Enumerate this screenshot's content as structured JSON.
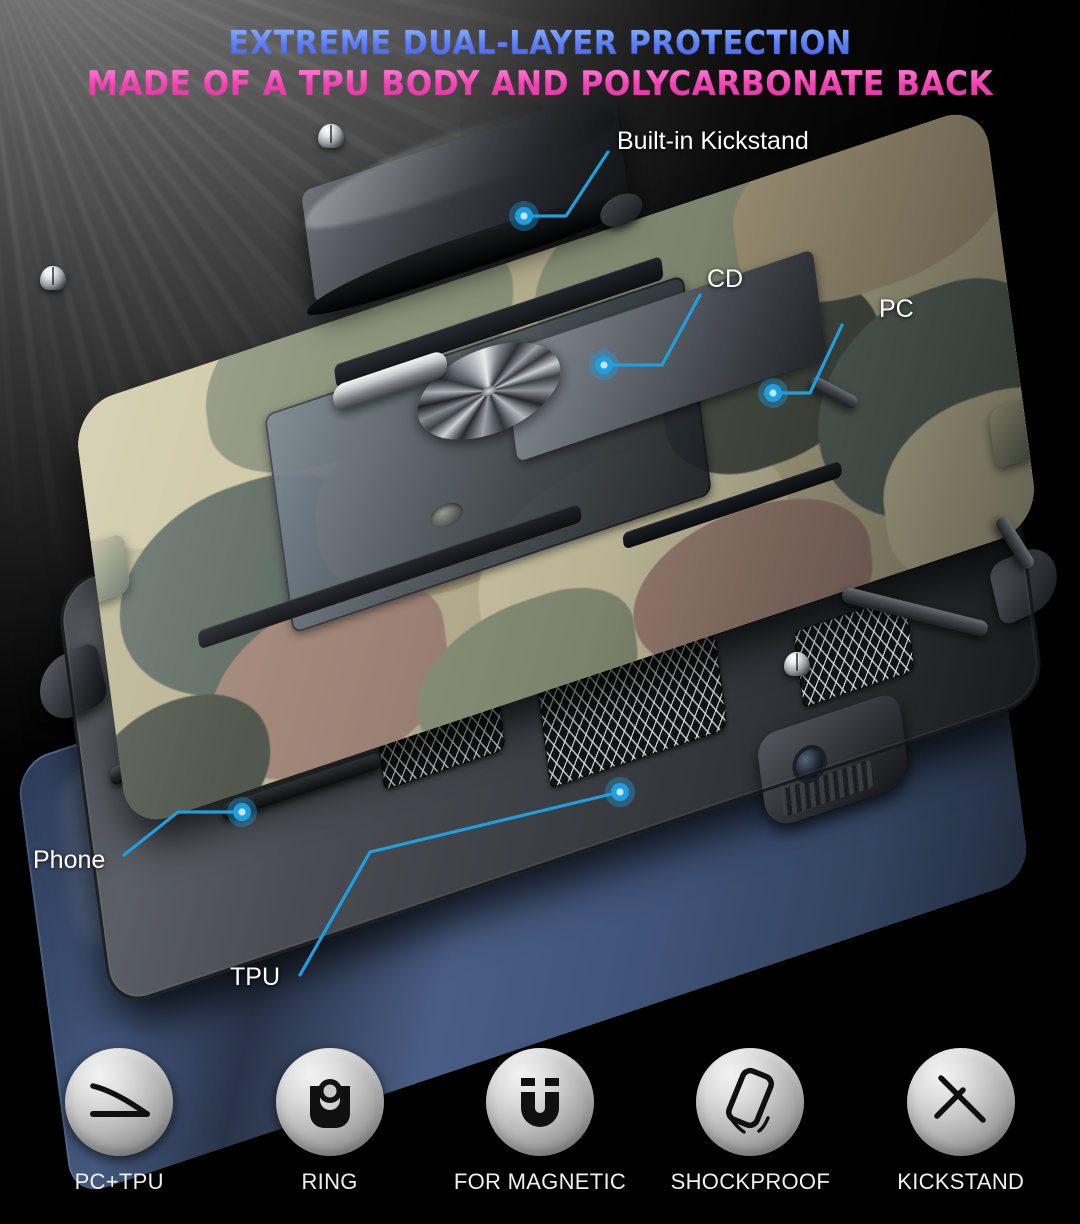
{
  "headline": {
    "line1": "EXTREME DUAL-LAYER PROTECTION",
    "line2": "MADE OF A TPU BODY AND POLYCARBONATE BACK",
    "line1_color": "#3b52f0",
    "line2_color": "#e8159e"
  },
  "callouts": {
    "accent_color": "#1f9ee0",
    "items": [
      {
        "id": "kickstand",
        "label": "Built-in Kickstand"
      },
      {
        "id": "cd",
        "label": "CD"
      },
      {
        "id": "pc",
        "label": "PC"
      },
      {
        "id": "phone",
        "label": "Phone"
      },
      {
        "id": "tpu",
        "label": "TPU"
      }
    ]
  },
  "product": {
    "layers": [
      {
        "id": "kickstand-plate",
        "name": "Built-in Kickstand plate",
        "color": "#24272b"
      },
      {
        "id": "pc-camo-shell",
        "name": "Polycarbonate camouflage back",
        "color": "#b9b391"
      },
      {
        "id": "tpu-frame",
        "name": "TPU body frame",
        "color": "#3c4045"
      },
      {
        "id": "phone-device",
        "name": "Phone",
        "color": "#4a5e85"
      }
    ]
  },
  "features": [
    {
      "icon": "flex-line-icon",
      "label": "PC+TPU"
    },
    {
      "icon": "ring-holder-icon",
      "label": "RING"
    },
    {
      "icon": "magnet-icon",
      "label": "FOR MAGNETIC"
    },
    {
      "icon": "phone-shock-icon",
      "label": "SHOCKPROOF"
    },
    {
      "icon": "kickstand-cross-icon",
      "label": "KICKSTAND"
    }
  ]
}
